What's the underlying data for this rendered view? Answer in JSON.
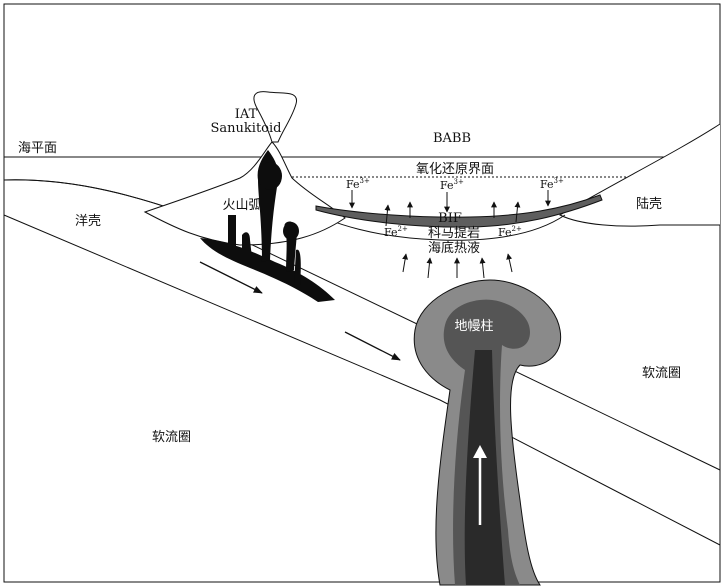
{
  "labels": {
    "iat": "IAT",
    "sanukitoid": "Sanukitoid",
    "babb": "BABB",
    "sea_level": "海平面",
    "redox_boundary": "氧化还原界面",
    "volcanic_arc": "火山弧",
    "oceanic_crust": "洋壳",
    "continental_crust": "陆壳",
    "bif": "BIF",
    "komatiite": "科马提岩",
    "hydrothermal": "海底热液",
    "mantle_plume": "地幔柱",
    "asthenosphere_left": "软流圈",
    "asthenosphere_right": "软流圈",
    "fe": "Fe",
    "fe3_sup": "3+",
    "fe2_sup": "2+"
  },
  "colors": {
    "line": "#111111",
    "magma": "#0d0d0d",
    "plume_outer": "#8a8a8a",
    "plume_inner": "#555555",
    "plume_core": "#2a2a2a",
    "bif_layer": "#5e5e5e"
  }
}
